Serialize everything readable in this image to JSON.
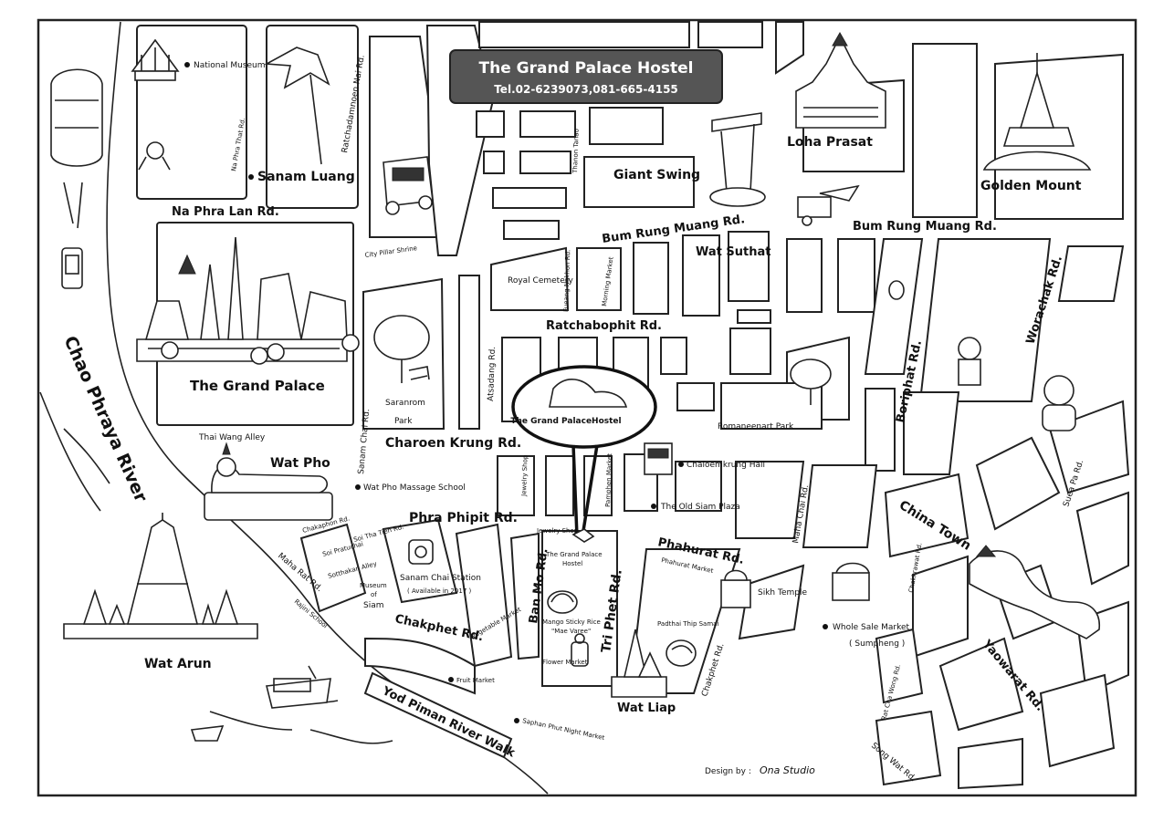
{
  "hostel": {
    "name": "The Grand Palace Hostel",
    "tel": "Tel.02-6239073,081-665-4155",
    "bubble_label": "The Grand PalaceHostel",
    "pin_label_1": "The Grand Palace",
    "pin_label_2": "Hostel"
  },
  "roads": {
    "na_phra_lan": "Na Phra Lan Rd.",
    "na_phra_that": "Na Phra That Rd.",
    "ratchadamnoen_nai": "Ratchadamnoen Nai Rd.",
    "thanon_tanao": "Thanon Tanao",
    "bum_rung_muang_1": "Bum Rung Muang Rd.",
    "bum_rung_muang_2": "Bum Rung Muang Rd.",
    "fueang_nakhon": "Fueang Nakhon Rd.",
    "morning_market": "Morning Market",
    "ratchabophit": "Ratchabophit Rd.",
    "atsadang": "Atsadang Rd.",
    "sanam_chai": "Sanam Chai Rd.",
    "charoen_krung": "Charoen Krung Rd.",
    "thai_wang_alley": "Thai Wang Alley",
    "phra_phipit": "Phra Phipit Rd.",
    "jewelry_shop": "Jewelry Shop",
    "jewelry_shop_2": "Jewelry Shop",
    "pamphen_market": "Pamphen Market",
    "chakaphon": "Chakaphon Rd.",
    "soi_pratuchai": "Soi Pratuchai",
    "soi_tha_tien": "Soi Tha Tien Rd.",
    "sotthakan_alley": "Sotthakan Alley",
    "maharat": "Maha Rat Rd.",
    "rajini_school": "Rajini School",
    "chakphet_1": "Chakphet Rd.",
    "ban_mo": "Ban Mo Rd.",
    "tri_phet": "Tri Phet Rd.",
    "phahurat": "Phahurat Rd.",
    "phahurat_market": "Phahurat Market",
    "chakphet_2": "Chakphet Rd.",
    "maha_chai": "Maha Chai Rd.",
    "chakkrawat": "Chakkrawat Rd.",
    "ratchawong": "Rat Cha Wong Rd.",
    "song_wat": "Song Wat Rd.",
    "yaowarat": "Yaowarat Rd.",
    "suea_pa": "Suea Pa Rd.",
    "worachak": "Worachak Rd.",
    "boriphat": "Boriphat Rd.",
    "chao_phraya": "Chao Phraya River",
    "china_town": "China Town",
    "yod_piman": "Yod Piman River Walk"
  },
  "landmarks": {
    "national_museum": "National Museum",
    "sanam_luang": "Sanam Luang",
    "city_pillar": "City Pillar Shrine",
    "giant_swing": "Giant Swing",
    "loha_prasat": "Loha Prasat",
    "golden_mount": "Golden Mount",
    "wat_suthat": "Wat Suthat",
    "royal_cemetery": "Royal Cemetery",
    "grand_palace": "The Grand Palace",
    "saranrom_1": "Saranrom",
    "saranrom_2": "Park",
    "romaneenart": "Romaneenart Park",
    "wat_pho": "Wat Pho",
    "wat_pho_massage": "Wat Pho Massage School",
    "chaloem": "Chaloemkrung Hall",
    "old_siam": "The Old Siam Plaza",
    "sanam_chai_station": "Sanam Chai Station",
    "available": "( Available in 2017 )",
    "museum_siam_1": "Museum",
    "museum_siam_2": "of",
    "museum_siam_3": "Siam",
    "vegetable_market": "Vegetable Market",
    "khao_niao": "Mango Sticky Rice",
    "khao_niao_2": "\"Mae Varee\"",
    "flower_market": "Flower Market",
    "padthai": "Padthai Thip Samai",
    "sikh_temple": "Sikh Temple",
    "whole_sale": "Whole Sale Market",
    "sumpheng": "( Sumpheng )",
    "wat_arun": "Wat Arun",
    "wat_liap": "Wat Liap",
    "fruit_market": "Fruit Market",
    "saphan_phut": "Saphan Phut Night Market"
  },
  "credit": {
    "prefix": "Design by :",
    "signature": "Ona Studio"
  }
}
